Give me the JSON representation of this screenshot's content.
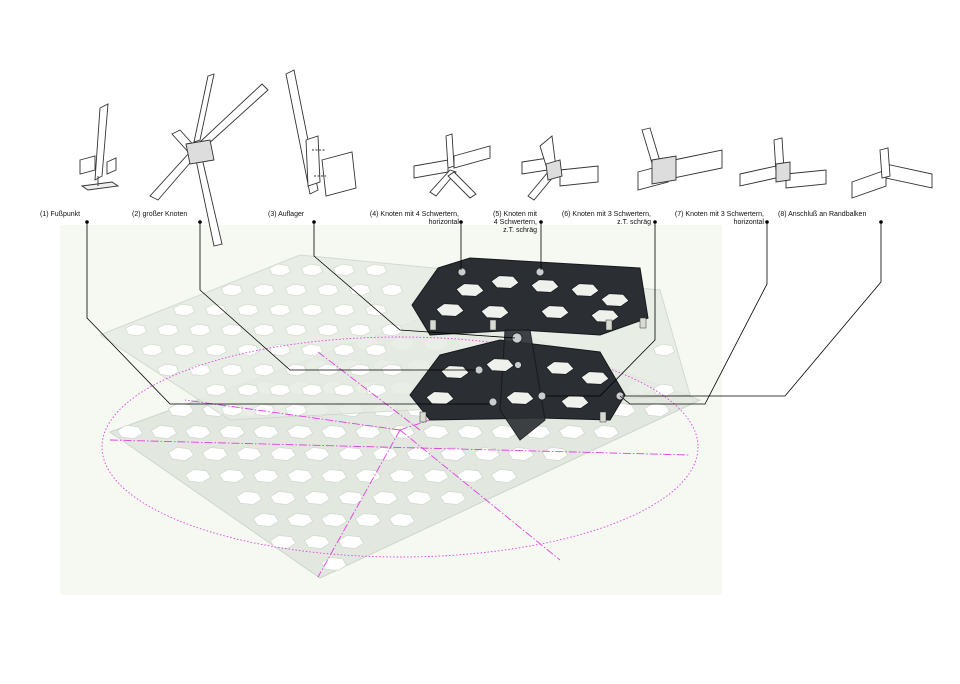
{
  "labels": [
    {
      "id": "l1",
      "lines": [
        "(1) Fußpunkt"
      ]
    },
    {
      "id": "l2",
      "lines": [
        "(2) großer Knoten"
      ]
    },
    {
      "id": "l3",
      "lines": [
        "(3) Auflager"
      ]
    },
    {
      "id": "l4",
      "lines": [
        "(4) Knoten mit 4 Schwertern,",
        "horizontal"
      ]
    },
    {
      "id": "l5",
      "lines": [
        "(5) Knoten mit",
        "4 Schwertern,",
        "z.T. schräg"
      ]
    },
    {
      "id": "l6",
      "lines": [
        "(6) Knoten mit 3 Schwertern,",
        "z.T. schräg"
      ]
    },
    {
      "id": "l7",
      "lines": [
        "(7) Knoten mit 3 Schwertern,",
        "horizontal"
      ]
    },
    {
      "id": "l8",
      "lines": [
        "(8) Anschluß an Randbalken"
      ]
    }
  ],
  "colors": {
    "background": "#ffffff",
    "panel": "#f6f8f2",
    "gridshell": "#dfe6dc",
    "structure": "#2b2e33",
    "leader": "#000000",
    "construction": "#e040e0",
    "sketch": "#333333"
  },
  "icons": [
    "base-node-sketch",
    "large-node-sketch",
    "support-sketch",
    "node-4-blades-horizontal-sketch",
    "node-4-blades-inclined-sketch",
    "node-3-blades-inclined-sketch",
    "node-3-blades-horizontal-sketch",
    "edge-beam-joint-sketch"
  ]
}
